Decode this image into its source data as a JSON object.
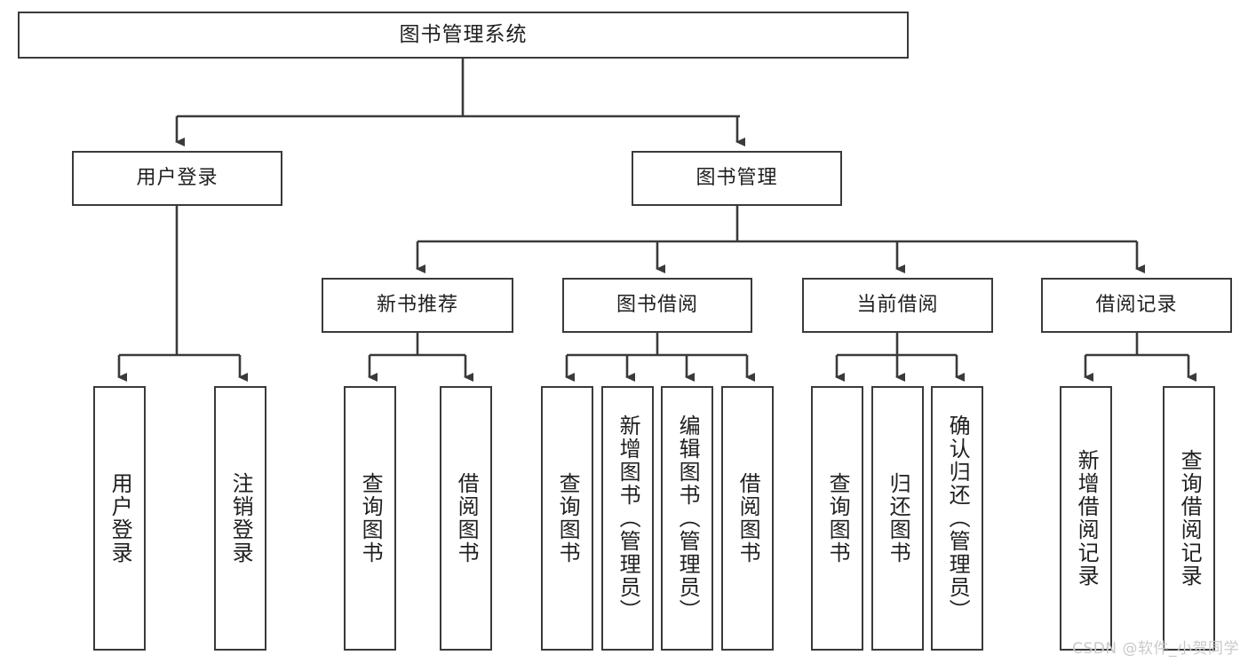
{
  "diagram": {
    "type": "hierarchy-tree",
    "title": "图书管理系统",
    "root": {
      "id": "root",
      "label": "图书管理系统"
    },
    "level2": [
      {
        "id": "user-login",
        "label": "用户登录"
      },
      {
        "id": "book-manage",
        "label": "图书管理"
      }
    ],
    "level3": [
      {
        "id": "new-book-rec",
        "label": "新书推荐",
        "parent": "book-manage"
      },
      {
        "id": "book-borrow",
        "label": "图书借阅",
        "parent": "book-manage"
      },
      {
        "id": "current-borrow",
        "label": "当前借阅",
        "parent": "book-manage"
      },
      {
        "id": "borrow-record",
        "label": "借阅记录",
        "parent": "book-manage"
      }
    ],
    "leaves": [
      {
        "id": "leaf-user-login",
        "label": "用户登录",
        "parent": "user-login"
      },
      {
        "id": "leaf-logout",
        "label": "注销登录",
        "parent": "user-login"
      },
      {
        "id": "leaf-query-book-1",
        "label": "查询图书",
        "parent": "new-book-rec"
      },
      {
        "id": "leaf-borrow-book-1",
        "label": "借阅图书",
        "parent": "new-book-rec"
      },
      {
        "id": "leaf-query-book-2",
        "label": "查询图书",
        "parent": "book-borrow"
      },
      {
        "id": "leaf-add-book",
        "label": "新增图书（管理员）",
        "parent": "book-borrow"
      },
      {
        "id": "leaf-edit-book",
        "label": "编辑图书（管理员）",
        "parent": "book-borrow"
      },
      {
        "id": "leaf-borrow-book-2",
        "label": "借阅图书",
        "parent": "book-borrow"
      },
      {
        "id": "leaf-query-book-3",
        "label": "查询图书",
        "parent": "current-borrow"
      },
      {
        "id": "leaf-return-book",
        "label": "归还图书",
        "parent": "current-borrow"
      },
      {
        "id": "leaf-confirm-return",
        "label": "确认归还（管理员）",
        "parent": "current-borrow"
      },
      {
        "id": "leaf-add-record",
        "label": "新增借阅记录",
        "parent": "borrow-record"
      },
      {
        "id": "leaf-query-record",
        "label": "查询借阅记录",
        "parent": "borrow-record"
      }
    ],
    "colors": {
      "border": "#3a3a3a",
      "background": "#ffffff",
      "text": "#1f1f1f",
      "connector": "#3a3a3a",
      "watermark": "#c9c9c9"
    }
  },
  "watermark": {
    "text": "CSDN @软件_小贺同学"
  }
}
